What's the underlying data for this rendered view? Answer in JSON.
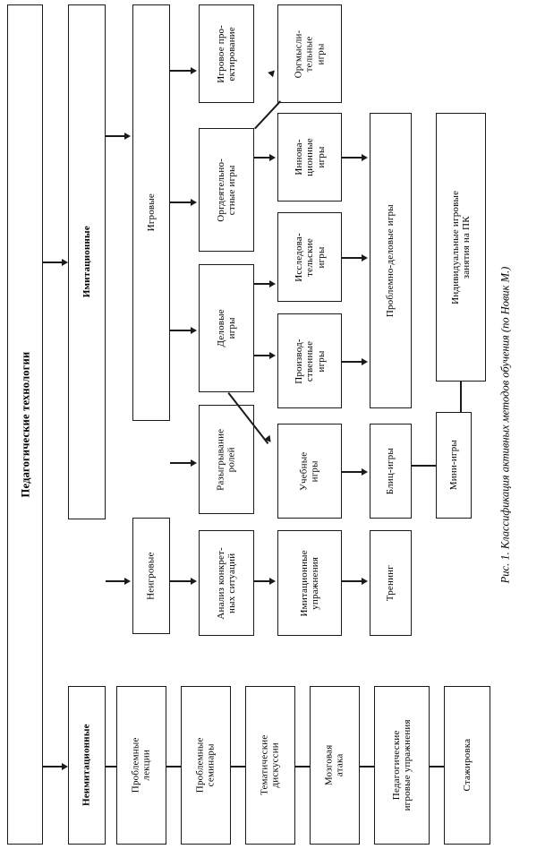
{
  "figure": {
    "caption": "Рис. 1. Классификация активных методов обучения (по Новик М.)",
    "orientation": "rotated-90-ccw",
    "type": "hierarchical-block-diagram",
    "line_color": "#1a1a1a",
    "background": "#ffffff"
  },
  "nodes": {
    "root": {
      "label": "Педагогические технологии",
      "bold": true
    },
    "imitation": {
      "label": "Имитационные",
      "bold": true
    },
    "non_imitation": {
      "label": "Неимитационные",
      "bold": true
    },
    "game": {
      "label": "Игровые"
    },
    "non_game": {
      "label": "Неигровые"
    },
    "game_design": {
      "label": "Игровое про-\nектирование"
    },
    "org_activity": {
      "label": "Оргдеятельно-\nстные игры"
    },
    "business_games": {
      "label": "Деловые\nигры"
    },
    "role_play": {
      "label": "Разыгрывание\nролей"
    },
    "org_thinking": {
      "label": "Оргмысли-\nтельные\nигры"
    },
    "innovation": {
      "label": "Иннова-\nционные\nигры"
    },
    "research": {
      "label": "Исследова-\nтельские\nигры"
    },
    "production": {
      "label": "Производ-\nственные\nигры"
    },
    "educational": {
      "label": "Учебные\nигры"
    },
    "problem_business": {
      "label": "Проблемно-деловые игры"
    },
    "blitz": {
      "label": "Блиц-игры"
    },
    "mini": {
      "label": "Мини-игры"
    },
    "individual_pc": {
      "label": "Индивидуальные игровые\nзанятия на ПК"
    },
    "case_analysis": {
      "label": "Анализ конкрет-\nных ситуаций"
    },
    "imit_exercises": {
      "label": "Имитационные\nупражнения"
    },
    "training": {
      "label": "Тренинг"
    },
    "problem_lectures": {
      "label": "Проблемные\nлекции"
    },
    "problem_seminars": {
      "label": "Проблемные\nсеминары"
    },
    "thematic_disc": {
      "label": "Тематические\nдискуссии"
    },
    "brainstorm": {
      "label": "Мозговая\nатака"
    },
    "ped_game_exer": {
      "label": "Педагогические\nигровые упражнения"
    },
    "internship": {
      "label": "Стажировка"
    }
  },
  "edges": [
    {
      "from": "root",
      "to": "imitation",
      "style": "arrow"
    },
    {
      "from": "root",
      "to": "non_imitation",
      "style": "arrow"
    },
    {
      "from": "imitation",
      "to": "game",
      "style": "arrow"
    },
    {
      "from": "imitation",
      "to": "non_game",
      "style": "arrow"
    },
    {
      "from": "game",
      "to": "game_design",
      "style": "arrow"
    },
    {
      "from": "game",
      "to": "org_activity",
      "style": "arrow"
    },
    {
      "from": "game",
      "to": "business_games",
      "style": "arrow"
    },
    {
      "from": "game",
      "to": "role_play",
      "style": "arrow"
    },
    {
      "from": "org_activity",
      "to": "org_thinking",
      "style": "diagonal-arrow"
    },
    {
      "from": "org_activity",
      "to": "innovation",
      "style": "arrow"
    },
    {
      "from": "business_games",
      "to": "research",
      "style": "arrow"
    },
    {
      "from": "business_games",
      "to": "production",
      "style": "arrow"
    },
    {
      "from": "business_games",
      "to": "educational",
      "style": "diagonal-arrow"
    },
    {
      "from": "innovation",
      "to": "problem_business",
      "style": "arrow"
    },
    {
      "from": "research",
      "to": "problem_business",
      "style": "arrow"
    },
    {
      "from": "production",
      "to": "problem_business",
      "style": "arrow"
    },
    {
      "from": "educational",
      "to": "blitz",
      "style": "arrow"
    },
    {
      "from": "blitz",
      "to": "mini",
      "style": "line"
    },
    {
      "from": "mini",
      "to": "individual_pc",
      "style": "line"
    },
    {
      "from": "non_game",
      "to": "case_analysis",
      "style": "arrow"
    },
    {
      "from": "case_analysis",
      "to": "imit_exercises",
      "style": "arrow"
    },
    {
      "from": "imit_exercises",
      "to": "training",
      "style": "arrow"
    },
    {
      "from": "non_imitation",
      "to": "problem_lectures",
      "style": "line"
    },
    {
      "from": "problem_lectures",
      "to": "problem_seminars",
      "style": "line"
    },
    {
      "from": "problem_seminars",
      "to": "thematic_disc",
      "style": "line"
    },
    {
      "from": "thematic_disc",
      "to": "brainstorm",
      "style": "line"
    },
    {
      "from": "brainstorm",
      "to": "ped_game_exer",
      "style": "line"
    },
    {
      "from": "ped_game_exer",
      "to": "internship",
      "style": "line"
    }
  ]
}
